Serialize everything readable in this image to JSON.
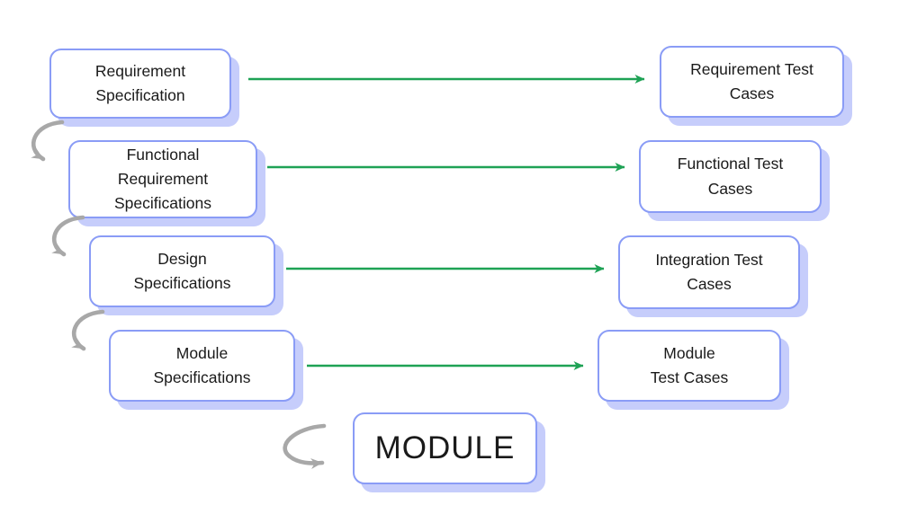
{
  "colors": {
    "box_border": "#8a9cf6",
    "box_shadow": "#c6cdfb",
    "arrow_green": "#1ea255",
    "arrow_gray": "#a8a8a8",
    "text": "#1a1a1a",
    "background": "#ffffff"
  },
  "rows": [
    {
      "left_label": "Requirement\nSpecification",
      "right_label": "Requirement Test\nCases"
    },
    {
      "left_label": "Functional\nRequirement\nSpecifications",
      "right_label": "Functional Test\nCases"
    },
    {
      "left_label": "Design\nSpecifications",
      "right_label": "Integration Test\nCases"
    },
    {
      "left_label": "Module\nSpecifications",
      "right_label": "Module\nTest Cases"
    }
  ],
  "module_box": {
    "label": "MODULE"
  }
}
